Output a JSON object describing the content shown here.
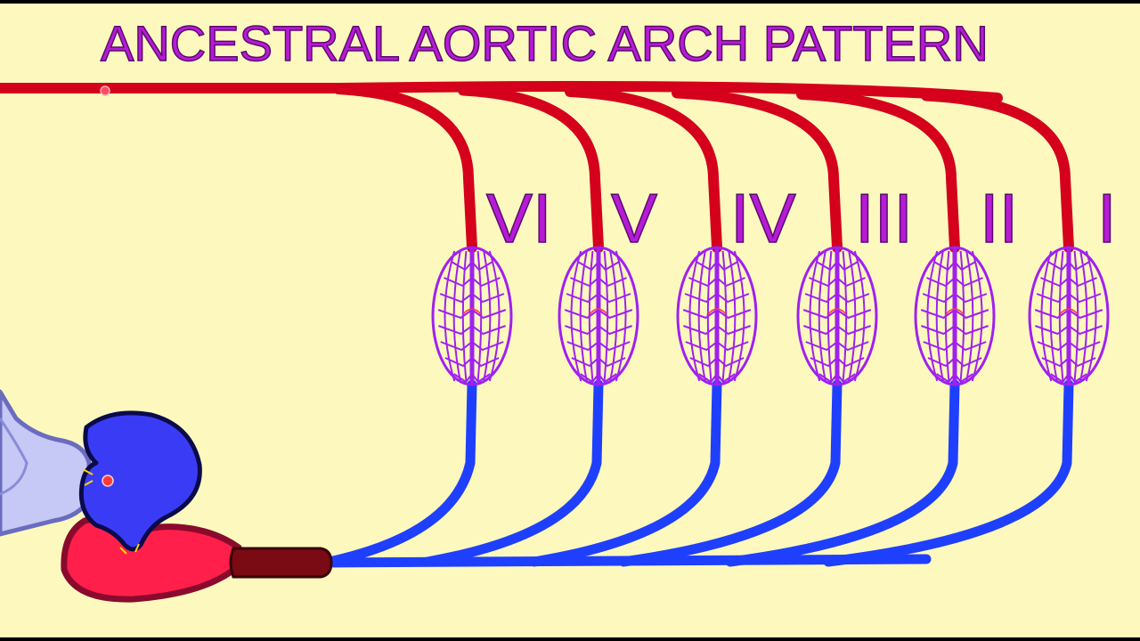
{
  "title": "ANCESTRAL AORTIC ARCH PATTERN",
  "arches": [
    {
      "numeral": "VI"
    },
    {
      "numeral": "V"
    },
    {
      "numeral": "IV"
    },
    {
      "numeral": "III"
    },
    {
      "numeral": "II"
    },
    {
      "numeral": "I"
    }
  ],
  "colors": {
    "background": "#fdf9be",
    "title": "#b61bd6",
    "oxygenated": "#d4001c",
    "deoxygenated": "#1f3fff",
    "gill": "#a020f0",
    "heart_ventricle": "#3a3cf5",
    "heart_atrium": "#ff1f4a",
    "conus": "#7a0a14"
  }
}
